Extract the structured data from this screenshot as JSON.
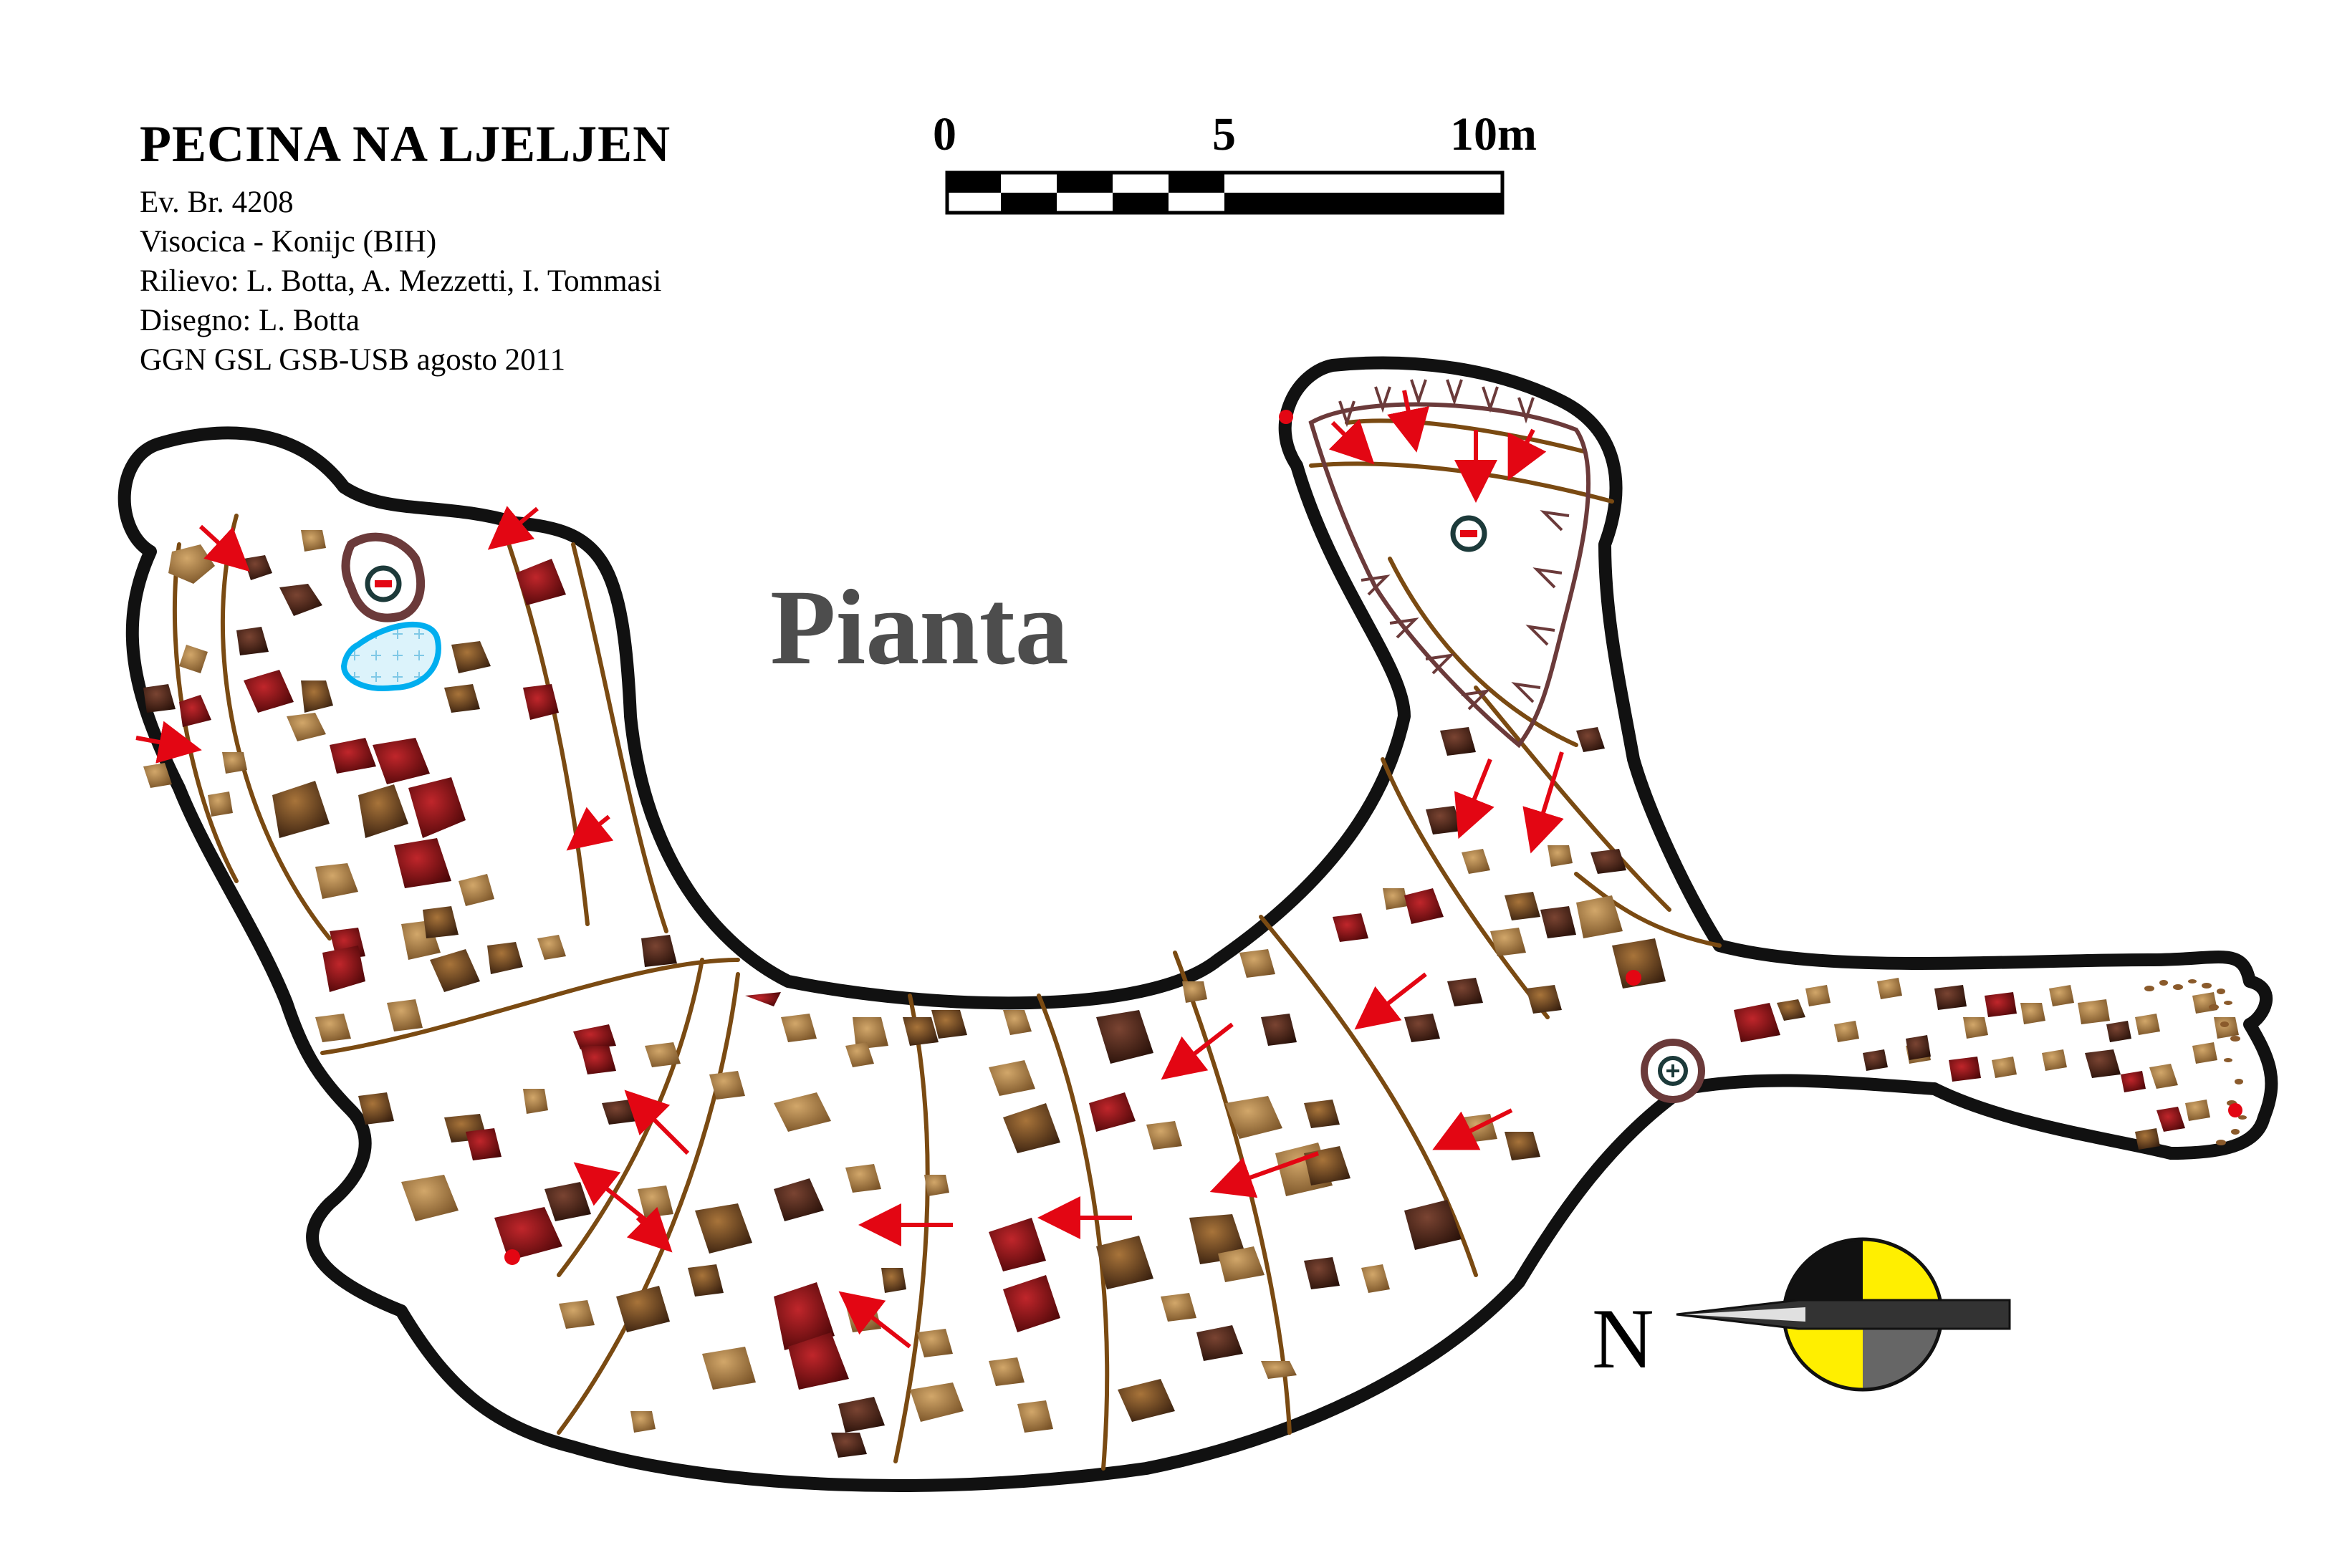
{
  "title": "PECINA NA LJELJEN",
  "meta": [
    "Ev. Br. 4208",
    "Visocica - Konijc (BIH)",
    "Rilievo: L. Botta, A. Mezzetti, I. Tommasi",
    "Disegno: L. Botta",
    "GGN GSL GSB-USB agosto 2011"
  ],
  "scale": {
    "labels": [
      "0",
      "5",
      "10m"
    ]
  },
  "view_label": "Pianta",
  "north": {
    "letter": "N"
  },
  "colors": {
    "outline": "#111111",
    "slope_line": "#7a4a12",
    "arrow": "#e30613",
    "block_dark": "#5a2e20",
    "block_red": "#8b0f12",
    "block_brown": "#7a4b22",
    "block_tan": "#a07a45",
    "pit_outline": "#6b3a3a",
    "water": "#00aeef",
    "compass_yellow": "#ffef00",
    "compass_gray": "#666666"
  },
  "icons": [
    "descent-pit-icon",
    "ascent-chimney-icon",
    "water-pool-icon",
    "compass-icon",
    "survey-point-icon"
  ]
}
